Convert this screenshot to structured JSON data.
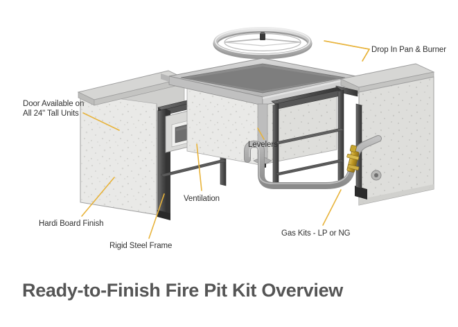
{
  "title": "Ready-to-Finish Fire Pit Kit Overview",
  "colors": {
    "leader_line": "#E8B33A",
    "label_text": "#2f2f2f",
    "title_text": "#555555",
    "background": "#ffffff",
    "hardi_board": "#e4e4e2",
    "steel_frame": "#4a4a4a",
    "pan_rim": "#c9c9c9",
    "pan_interior": "#8f8f8f",
    "burner_ring": "#c5c5c5",
    "gas_line": "#a8a8a8",
    "brass_fitting": "#c9a227",
    "vent_panel": "#6e6e6e"
  },
  "callouts": [
    {
      "id": "drop-in-pan-burner",
      "label": "Drop In Pan & Burner"
    },
    {
      "id": "door-available",
      "label_line1": "Door Available on",
      "label_line2": "All 24\" Tall Units"
    },
    {
      "id": "levelers",
      "label": "Levelers"
    },
    {
      "id": "hardi-board-finish",
      "label": "Hardi Board Finish"
    },
    {
      "id": "ventilation",
      "label": "Ventilation"
    },
    {
      "id": "rigid-steel-frame",
      "label": "Rigid Steel Frame"
    },
    {
      "id": "gas-kits",
      "label": "Gas Kits - LP or NG"
    }
  ]
}
